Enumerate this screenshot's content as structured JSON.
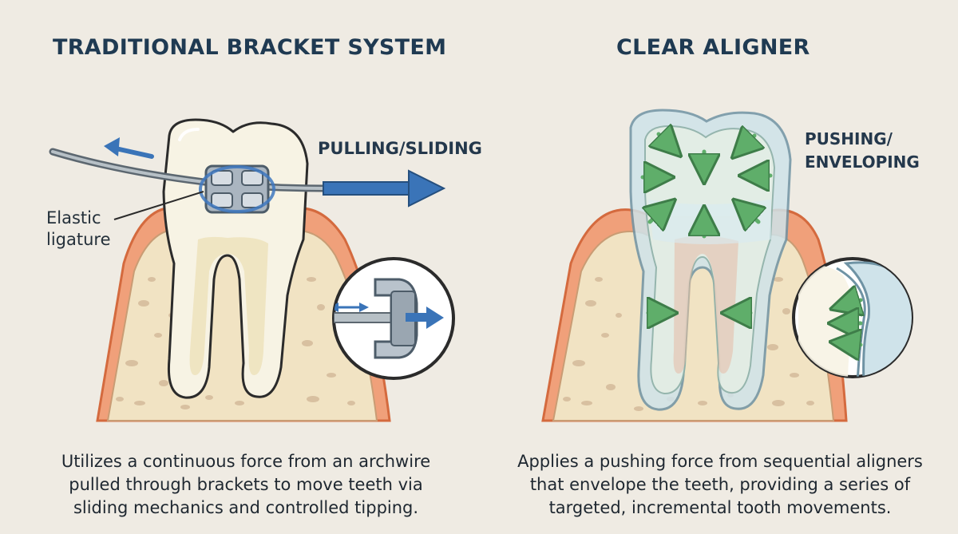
{
  "left_panel": {
    "title": "TRADITIONAL BRACKET SYSTEM",
    "force_label": "PULLING/SLIDING",
    "callout": [
      "Elastic",
      "ligature"
    ],
    "description": [
      "Utilizes a continuous force from an archwire",
      "pulled through brackets to move teeth via",
      "sliding mechanics and controlled tipping."
    ]
  },
  "right_panel": {
    "title": "CLEAR ALIGNER",
    "force_label": [
      "PUSHING/",
      "ENVELOPING"
    ],
    "description": [
      "Applies a pushing force from sequential aligners",
      "that envelope the teeth, providing a series of",
      "targeted, incremental tooth movements."
    ]
  },
  "colors": {
    "background": "#efebe3",
    "title_text": "#1f3a52",
    "gum": "#f0a07a",
    "bone": "#f1e3c3",
    "tooth": "#f7f3e4",
    "force_arrow_blue": "#3a74b8",
    "aligner_arrow_green": "#5fae6a",
    "aligner_shell": "#cfe3ea"
  },
  "icons": [
    "wire-arrow-icon",
    "bracket-icon",
    "magnifier-inset-icon",
    "aligner-arrow-icon"
  ]
}
